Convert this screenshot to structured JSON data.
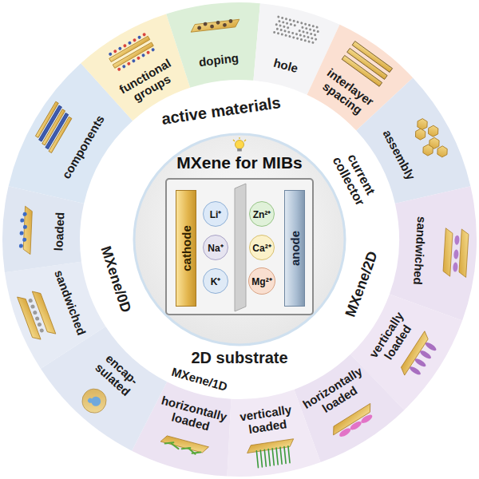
{
  "diagram": {
    "title": "MXene for MIBs",
    "nodes": [
      {
        "text": [
          "cathode"
        ]
      },
      {
        "text": [
          "Li⁺"
        ]
      },
      {
        "text": [
          "Na⁺"
        ]
      },
      {
        "text": [
          "K⁺"
        ]
      },
      {
        "text": [
          "Zn²⁺"
        ]
      },
      {
        "text": [
          "Ca²⁺"
        ]
      },
      {
        "text": [
          "Mg²⁺"
        ]
      },
      {
        "text": [
          "anode"
        ]
      }
    ],
    "labels": [
      "components",
      "functional groups",
      "doping",
      "hole",
      "interlayer spacing",
      "active materials",
      "current collector",
      "assembly",
      "sandwiched",
      "vertically loaded",
      "horizontally loaded",
      "MXene/2D",
      "2D substrate",
      "MXene/1D",
      "horizontally loaded",
      "vertically loaded",
      "encap- sulated",
      "sandwiched",
      "loaded",
      "MXene/0D"
    ]
  }
}
